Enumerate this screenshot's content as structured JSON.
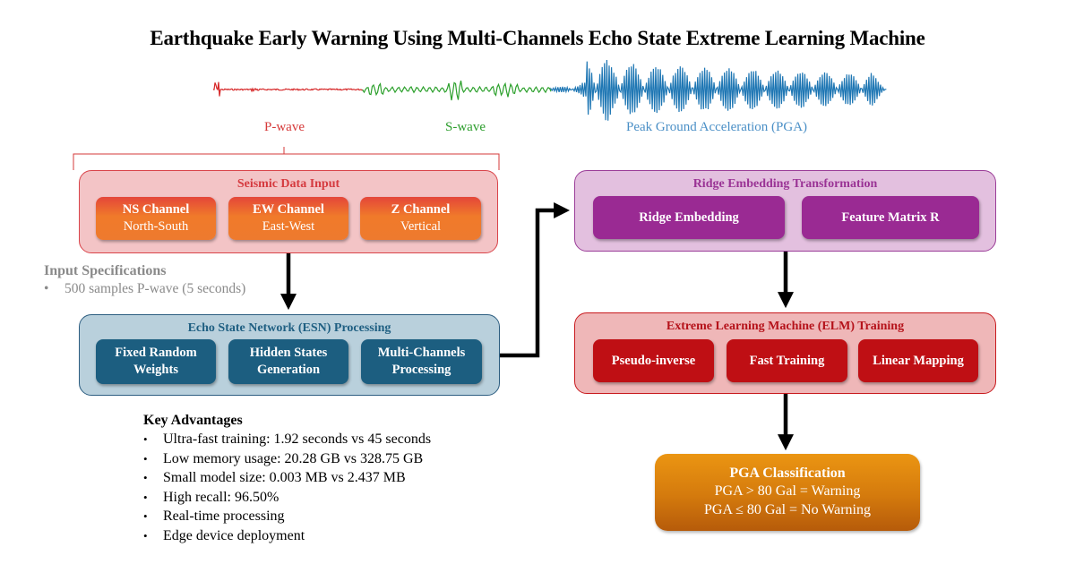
{
  "title": "Earthquake Early Warning Using Multi-Channels Echo State Extreme Learning Machine",
  "waveform": {
    "labels": {
      "p_wave": "P-wave",
      "s_wave": "S-wave",
      "pga": "Peak Ground Acceleration (PGA)"
    },
    "colors": {
      "p_wave": "#d62728",
      "s_wave": "#2ca02c",
      "pga": "#1f77b4"
    }
  },
  "seismic_input": {
    "title": "Seismic Data Input",
    "channels": [
      {
        "name": "NS Channel",
        "desc": "North-South"
      },
      {
        "name": "EW Channel",
        "desc": "East-West"
      },
      {
        "name": "Z Channel",
        "desc": "Vertical"
      }
    ]
  },
  "input_specs": {
    "heading": "Input Specifications",
    "items": [
      "500 samples P-wave (5 seconds)"
    ]
  },
  "esn": {
    "title": "Echo State Network (ESN) Processing",
    "items": [
      {
        "line1": "Fixed Random",
        "line2": "Weights"
      },
      {
        "line1": "Hidden States",
        "line2": "Generation"
      },
      {
        "line1": "Multi-Channels",
        "line2": "Processing"
      }
    ]
  },
  "ridge": {
    "title": "Ridge Embedding Transformation",
    "items": [
      "Ridge Embedding",
      "Feature Matrix R"
    ]
  },
  "elm": {
    "title": "Extreme Learning Machine (ELM) Training",
    "items": [
      "Pseudo-inverse",
      "Fast Training",
      "Linear Mapping"
    ]
  },
  "pga_classification": {
    "title": "PGA Classification",
    "lines": [
      "PGA > 80 Gal = Warning",
      "PGA ≤ 80 Gal = No Warning"
    ]
  },
  "key_advantages": {
    "heading": "Key Advantages",
    "items": [
      "Ultra-fast training: 1.92 seconds vs 45 seconds",
      "Low memory usage: 20.28 GB vs 328.75 GB",
      "Small model size: 0.003 MB vs 2.437 MB",
      "High recall: 96.50%",
      "Real-time processing",
      "Edge device deployment"
    ],
    "bullet": "•"
  }
}
